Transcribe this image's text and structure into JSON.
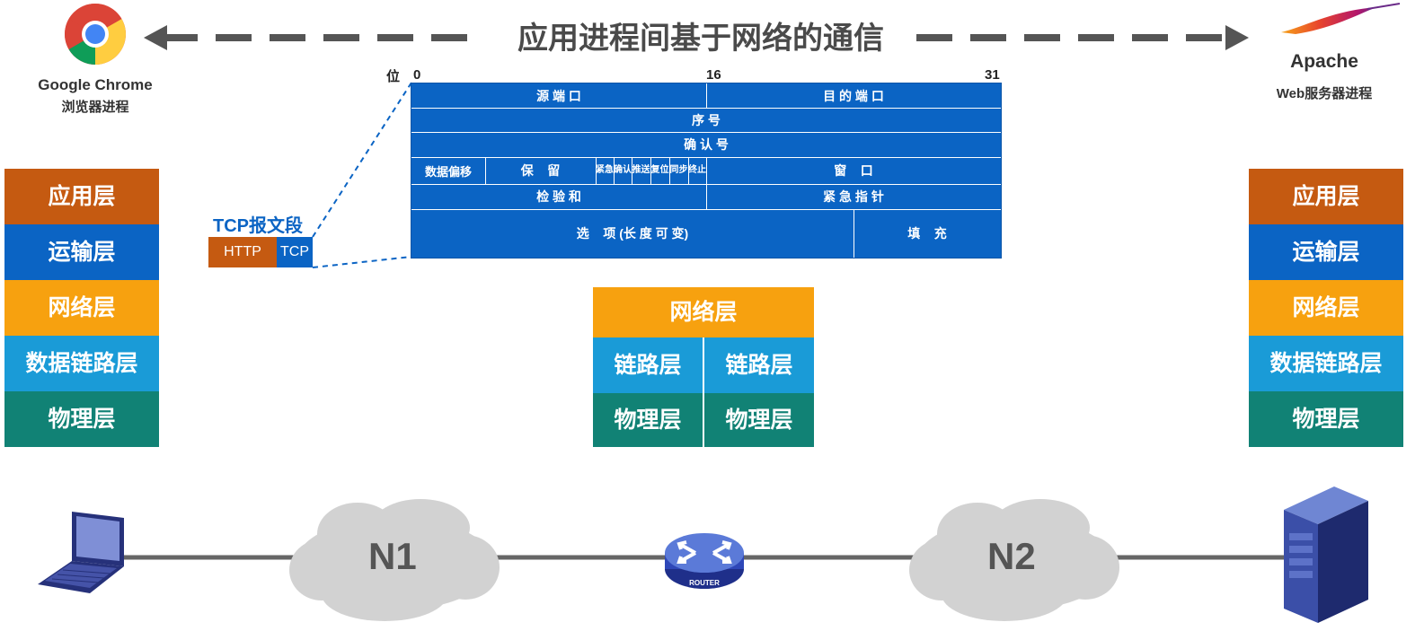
{
  "title": "应用进程间基于网络的通信",
  "client": {
    "name": "Google Chrome",
    "sub": "浏览器进程"
  },
  "server": {
    "name": "Apache",
    "sub": "Web服务器进程"
  },
  "stacks": {
    "left": [
      "应用层",
      "运输层",
      "网络层",
      "数据链路层",
      "物理层"
    ],
    "right": [
      "应用层",
      "运输层",
      "网络层",
      "数据链路层",
      "物理层"
    ],
    "router": {
      "net": "网络层",
      "link_left": "链路层",
      "link_right": "链路层",
      "phy_left": "物理层",
      "phy_right": "物理层"
    }
  },
  "segment": {
    "title": "TCP报文段",
    "http": "HTTP",
    "tcp": "TCP"
  },
  "header": {
    "bit_label": "位",
    "bit_0": "0",
    "bit_16": "16",
    "bit_31": "31",
    "src_port": "源 端 口",
    "dst_port": "目 的 端 口",
    "seq": "序 号",
    "ack": "确 认 号",
    "data_offset": "数据偏移",
    "reserved": "保    留",
    "flags": [
      "紧急",
      "确认",
      "推送",
      "复位",
      "同步",
      "终止"
    ],
    "window": "窗    口",
    "checksum": "检 验 和",
    "urgent": "紧 急 指 针",
    "options": "选    项 (长 度 可 变)",
    "padding": "填    充"
  },
  "network": {
    "n1": "N1",
    "n2": "N2",
    "router_label": "ROUTER"
  },
  "colors": {
    "app": "#c55a11",
    "transport": "#0b64c4",
    "network": "#f7a10f",
    "link": "#1a9bd7",
    "physical": "#118275",
    "header_blue": "#0b64c4"
  }
}
